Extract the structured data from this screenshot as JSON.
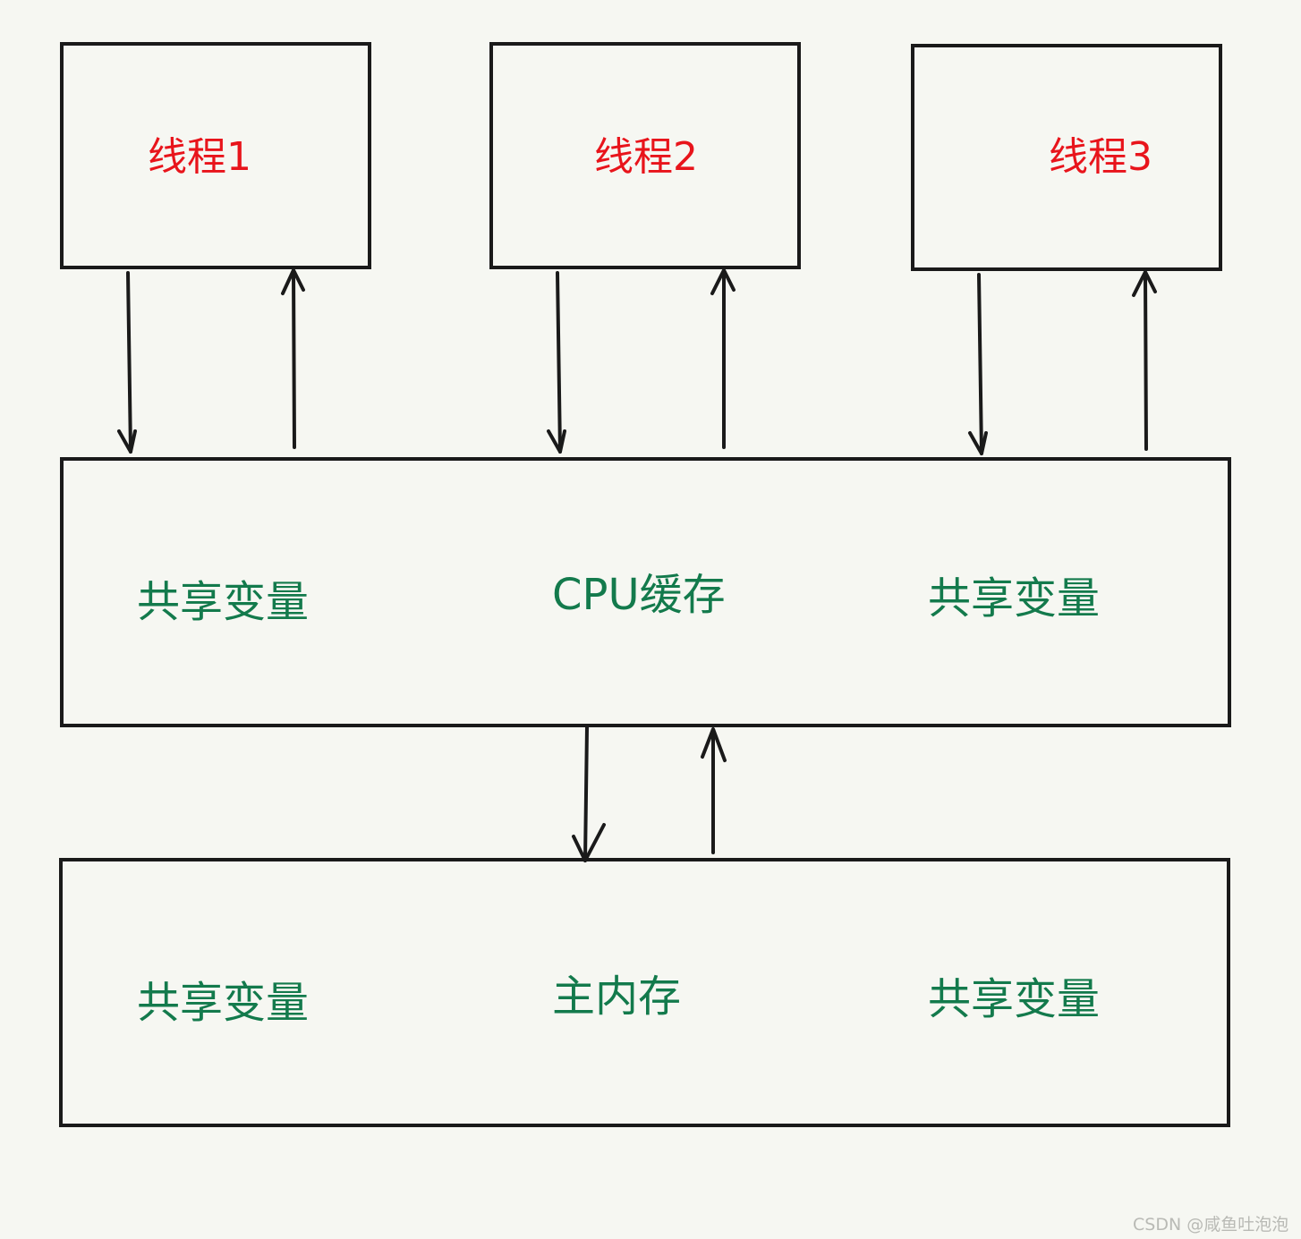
{
  "threads": [
    {
      "label": "线程1"
    },
    {
      "label": "线程2"
    },
    {
      "label": "线程3"
    }
  ],
  "cache": {
    "title": "CPU缓存",
    "left_label": "共享变量",
    "right_label": "共享变量"
  },
  "memory": {
    "title": "主内存",
    "left_label": "共享变量",
    "right_label": "共享变量"
  },
  "watermark": "CSDN @咸鱼吐泡泡",
  "colors": {
    "background": "#f6f7f2",
    "line": "#1a1a1a",
    "thread_text": "#e8141b",
    "storage_text": "#137a4c",
    "watermark": "#b9bab5"
  }
}
